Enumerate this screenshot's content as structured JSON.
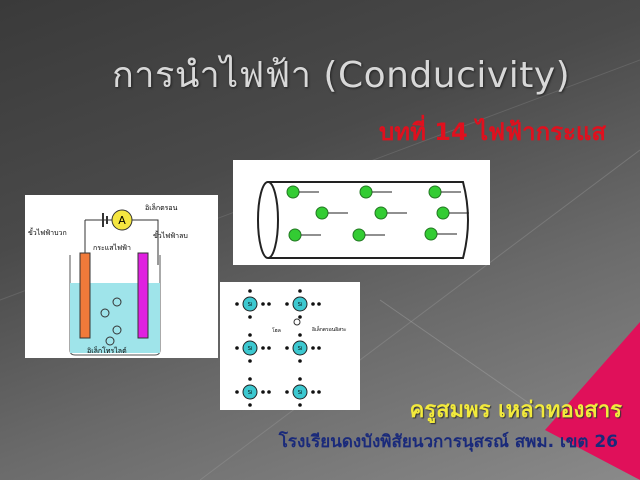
{
  "slide": {
    "title": "การนำไฟฟ้า (Conducivity)",
    "subtitle": "บทที่ 14 ไฟฟ้ากระแส",
    "author": "ครูสมพร   เหล่าทองสาร",
    "school": "โรงเรียนดงบังพิสัยนวการนุสรณ์ สพม. เขต 26",
    "colors": {
      "title": "#d8d8d8",
      "subtitle": "#e0101e",
      "author": "#f2ea3c",
      "school": "#1a2a7a",
      "accent_triangle": "#e0105a"
    }
  },
  "electrolysis_figure": {
    "ammeter": "A",
    "positive_electrode": "ขั้วไฟฟ้าบวก",
    "negative_electrode": "ขั้วไฟฟ้าลบ",
    "electron": "อิเล็กตรอน",
    "current": "กระแสไฟฟ้า",
    "electrolyte": "อิเล็กโทรไลต์",
    "plus": "+",
    "minus": "−"
  },
  "lattice_figure": {
    "atom": "Si",
    "hole": "โฮล",
    "free_electron": "อิเล็กตรอนอิสระ"
  }
}
